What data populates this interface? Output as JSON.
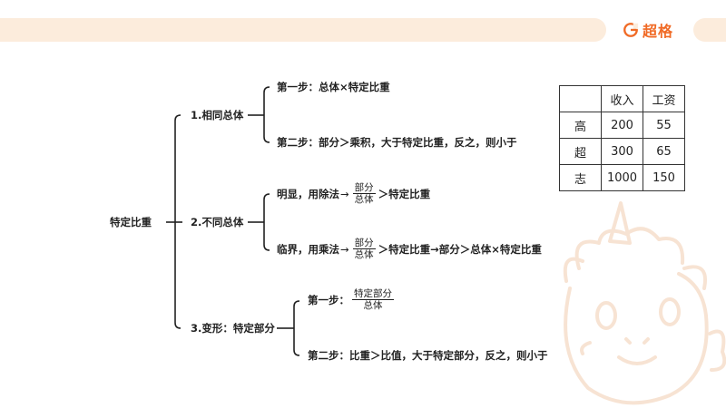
{
  "brand": {
    "name": "超格"
  },
  "root": {
    "label": "特定比重"
  },
  "branches": [
    {
      "label": "1.相同总体",
      "children": [
        {
          "label": "第一步：总体×特定比重"
        },
        {
          "label": "第二步：部分＞乘积，大于特定比重，反之，则小于"
        }
      ]
    },
    {
      "label": "2.不同总体",
      "children": [
        {
          "prefix": "明显，用除法",
          "arrow": "→",
          "num": "部分",
          "den": "总体",
          "suffix": "＞特定比重"
        },
        {
          "prefix": "临界，用乘法",
          "arrow": "→",
          "num": "部分",
          "den": "总体",
          "suffix": "＞特定比重→部分＞总体×特定比重"
        }
      ]
    },
    {
      "label": "3.变形：特定部分",
      "children": [
        {
          "prefix": "第一步：",
          "num": "特定部分",
          "den": "总体"
        },
        {
          "label": "第二步：比重＞比值，大于特定部分，反之，则小于"
        }
      ]
    }
  ],
  "table": {
    "header": [
      "",
      "收入",
      "工资"
    ],
    "rows": [
      [
        "高",
        "200",
        "55"
      ],
      [
        "超",
        "300",
        "65"
      ],
      [
        "志",
        "1000",
        "150"
      ]
    ]
  },
  "colors": {
    "accent": "#f06a25",
    "banner": "#fcecdc",
    "mascot": "#f7e3d3"
  }
}
